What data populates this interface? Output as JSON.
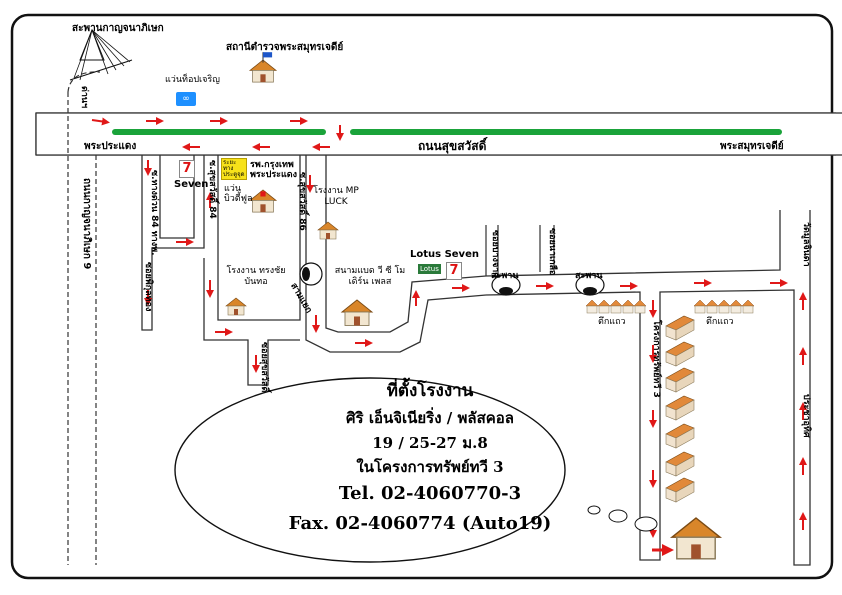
{
  "top_labels": {
    "bridge": "สะพานกาญจนาภิเษก",
    "police_station": "สถานีตำรวจพระสมุทรเจดีย์",
    "water_feature": "แว่นท็อปเจริญ"
  },
  "roads": {
    "main_road": "ถนนสุขสวัสดิ์",
    "toward_left": "พระประแดง",
    "toward_right": "พระสมุทรเจดีย์",
    "kanchana_road": "ถนนกาญจนาภิเษก 9",
    "toll_gate": "ด่านฯ",
    "soi_bangmod": "ซ.สุขสวัสดิ์ 84",
    "soi_left": "ซ.ทางด่วน 84 ทางพ.",
    "soi_center": "ซ.สุขสวัสดิ์ 84",
    "soi_86": "ซ.สุขสวัสดิ์ 86",
    "soi_lower": "ซอยสุขสวัสดิ์",
    "soi_bottom_left": "ซอยพิกุลทอง",
    "soi_right_1": "ซอยบางจาก",
    "soi_right_2": "ซอยนาเกลือ",
    "soi_far_right": "วัดมูลจินดา",
    "project_road": "โครงการทรัพย์ทวี 3",
    "bottom_right_road": "ประชาอุทิศ",
    "junction": "สามแยก",
    "bridge_1": "สะพาน",
    "bridge_2": "สะพาน"
  },
  "landmarks": {
    "seven_left": "Seven",
    "hospital": "รพ.กรุงเทพ พระประแดง",
    "hospital_badge": "ระยะทาง ประตูจุด",
    "drainage": "แว่น บิวตี้ฟูล",
    "factory_luck": "โรงงาน MP LUCK",
    "factory_rong": "โรงงาน ทรงชัยบันทอ",
    "badminton": "สนามแบด วี ซี โมเดิร์น เพลส",
    "lotus": "Lotus Seven",
    "lotus_badge": "Lotus",
    "townhouse_1": "ตึกแถว",
    "townhouse_2": "ตึกแถว",
    "seven_logo": "7",
    "loop_logo": "∞"
  },
  "info": {
    "heading": "ที่ตั้งโรงงาน",
    "company": "ศิริ เอ็นจิเนียริ่ง / พลัสคอล",
    "address": "19 / 25-27 ม.8",
    "project": "ในโครงการทรัพย์ทวี 3",
    "tel": "Tel. 02-4060770-3",
    "fax": "Fax. 02-4060774 (Auto19)"
  },
  "colors": {
    "road_outline": "#333333",
    "median": "#1aa33a",
    "arrow": "#e01818",
    "frame": "#111111",
    "roof": "#d98a2b"
  }
}
